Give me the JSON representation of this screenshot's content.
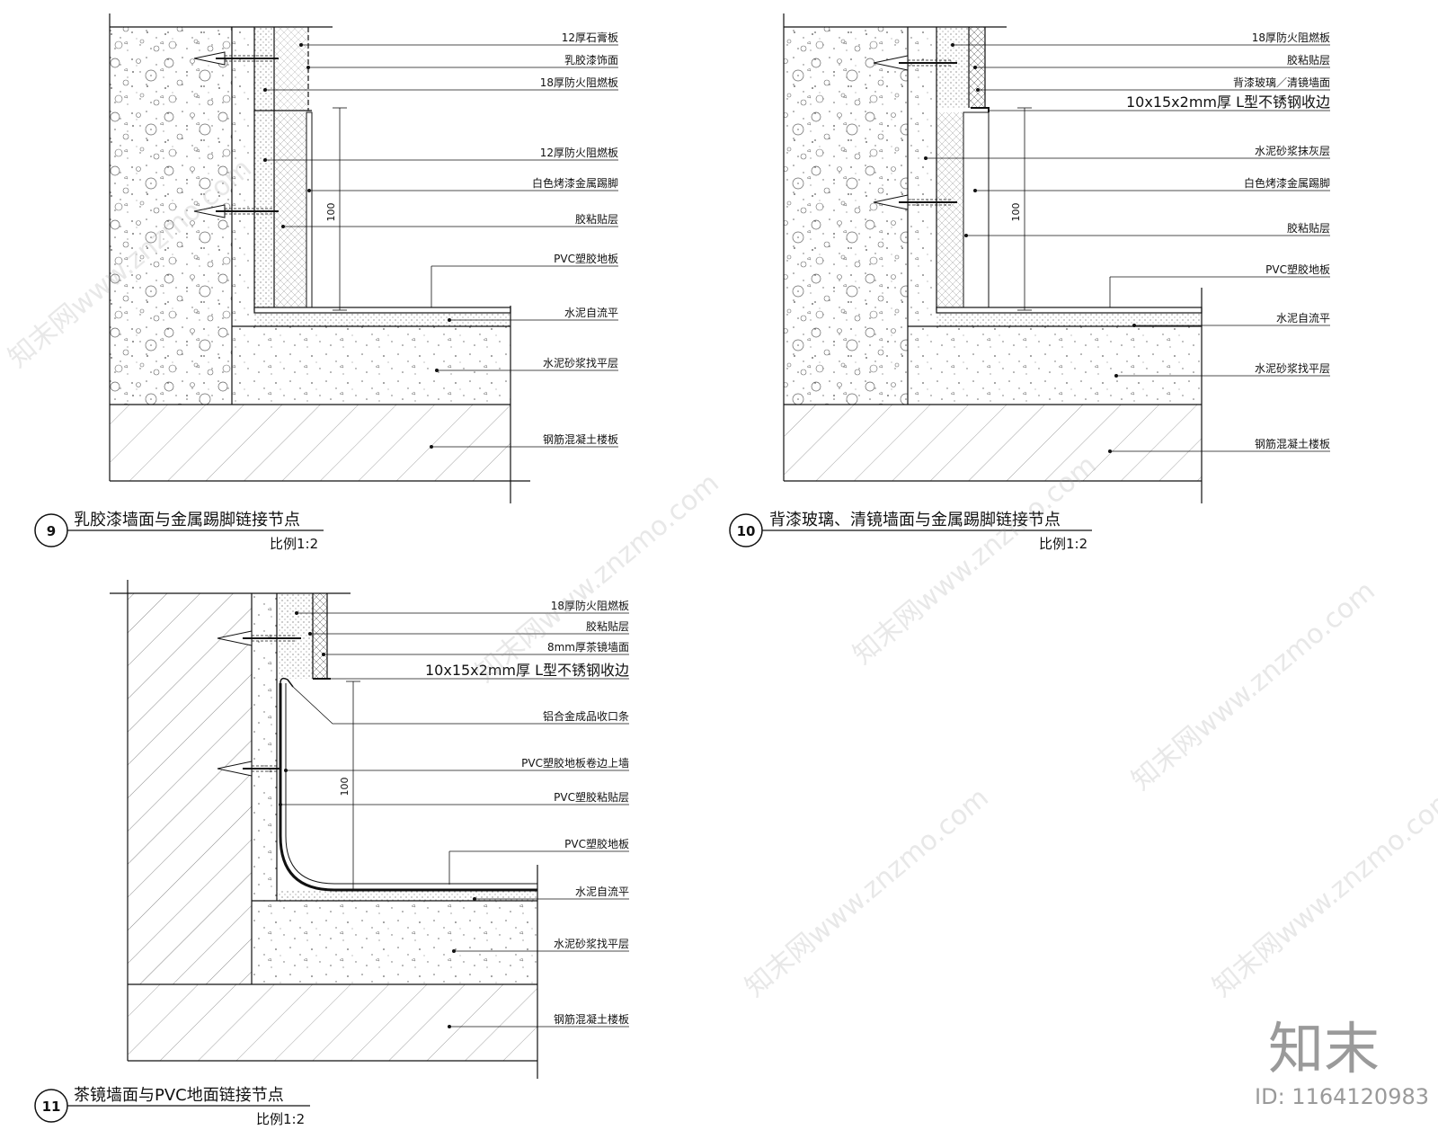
{
  "details": [
    {
      "number": "9",
      "title": "乳胶漆墙面与金属踢脚链接节点",
      "scale": "比例1:2",
      "dimension": "100",
      "labels": [
        "12厚石膏板",
        "乳胶漆饰面",
        "18厚防火阻燃板",
        "12厚防火阻燃板",
        "白色烤漆金属踢脚",
        "胶粘贴层",
        "PVC塑胶地板",
        "水泥自流平",
        "水泥砂浆找平层",
        "钢筋混凝土楼板"
      ]
    },
    {
      "number": "10",
      "title": "背漆玻璃、清镜墙面与金属踢脚链接节点",
      "scale": "比例1:2",
      "dimension": "100",
      "labels": [
        "18厚防火阻燃板",
        "胶粘贴层",
        "背漆玻璃／清镜墙面",
        "10x15x2mm厚 L型不锈钢收边",
        "水泥砂浆抹灰层",
        "白色烤漆金属踢脚",
        "胶粘贴层",
        "PVC塑胶地板",
        "水泥自流平",
        "水泥砂浆找平层",
        "钢筋混凝土楼板"
      ]
    },
    {
      "number": "11",
      "title": "茶镜墙面与PVC地面链接节点",
      "scale": "比例1:2",
      "dimension": "100",
      "labels": [
        "18厚防火阻燃板",
        "胶粘贴层",
        "8mm厚茶镜墙面",
        "10x15x2mm厚 L型不锈钢收边",
        "铝合金成品收口条",
        "PVC塑胶地板卷边上墙",
        "PVC塑胶粘贴层",
        "PVC塑胶地板",
        "水泥自流平",
        "水泥砂浆找平层",
        "钢筋混凝土楼板"
      ]
    }
  ],
  "watermark": {
    "text": "知末网www.znzmo.com",
    "logo": "知末",
    "id": "ID: 1164120983"
  }
}
